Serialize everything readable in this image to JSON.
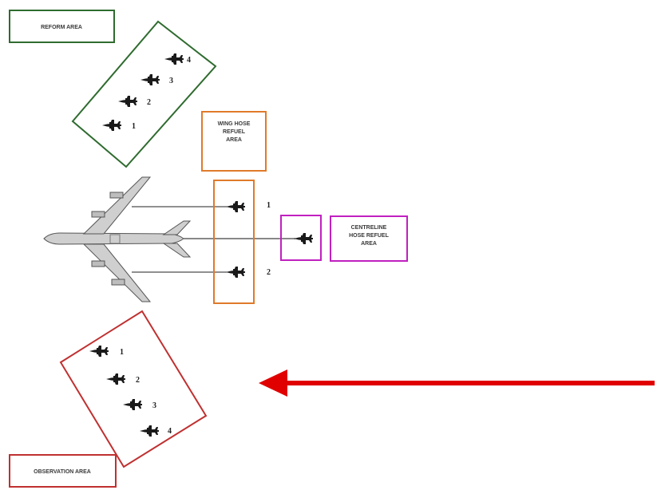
{
  "labels": {
    "reform_area": "REFORM AREA",
    "wing_hose_area": [
      "WING HOSE",
      "REFUEL",
      "AREA"
    ],
    "centreline_area": [
      "CENTRELINE",
      "HOSE REFUEL",
      "AREA"
    ],
    "observation_area": "OBSERVATION AREA"
  },
  "reform_numbers": [
    "1",
    "2",
    "3",
    "4"
  ],
  "wing_numbers": [
    "1",
    "2"
  ],
  "observation_numbers": [
    "1",
    "2",
    "3",
    "4"
  ],
  "colors": {
    "reform": "#2f6b2f",
    "wing_hose": "#e07a2a",
    "centreline": "#c020c0",
    "observation": "#c03030",
    "arrow": "#e00000",
    "aircraft": "#1a1a1a",
    "tanker": "#c8c8c8"
  }
}
